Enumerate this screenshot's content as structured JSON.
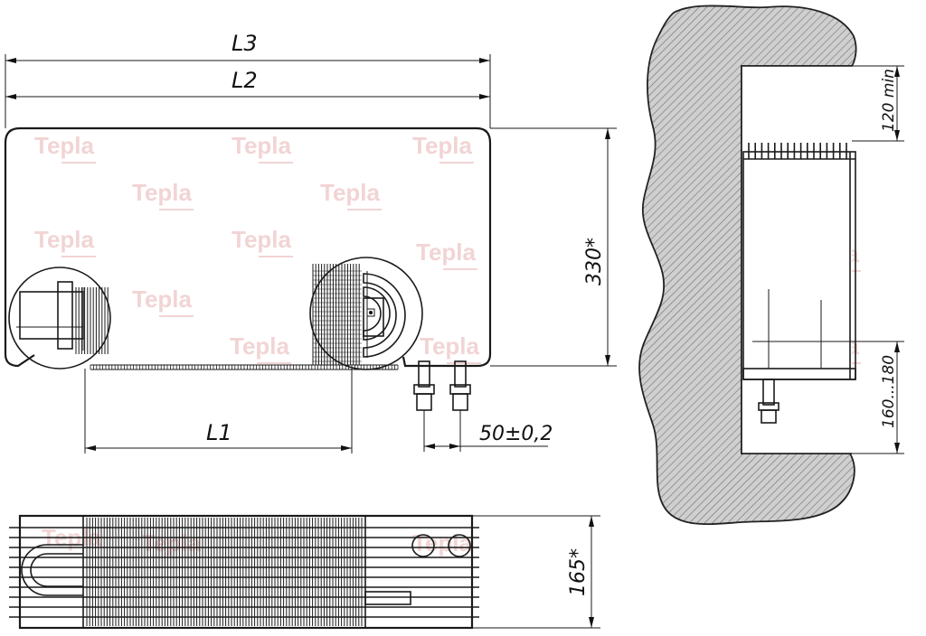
{
  "watermark": "Tepla",
  "dimensions": {
    "L3": "L3",
    "L2": "L2",
    "L1": "L1",
    "height": "330*",
    "pipe_spacing": "50±0,2",
    "depth": "165*",
    "clearance_top": "120 min",
    "clearance_bottom": "160...180"
  },
  "colors": {
    "line": "#1a1a1a",
    "watermark": "#e8b2b2",
    "wall_fill": "#bdbdbd"
  }
}
